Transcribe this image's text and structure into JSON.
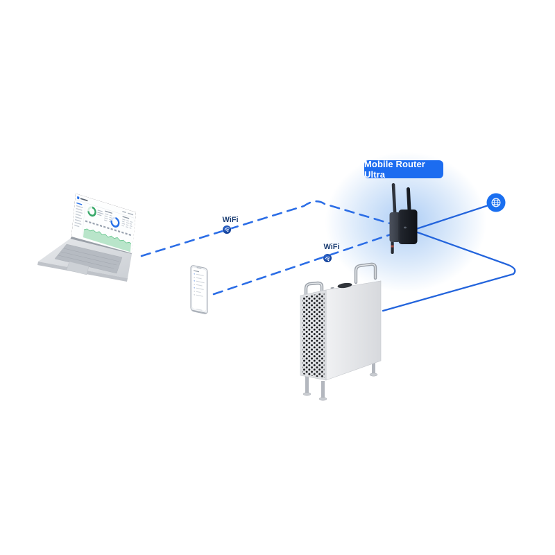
{
  "diagram": {
    "title_label": "Mobile Router Ultra",
    "wifi_labels": [
      "WiFi",
      "WiFi"
    ],
    "colors": {
      "background": "#ffffff",
      "dashed_line": "#2b6de6",
      "solid_line": "#2364dc",
      "label_bg": "#1c6cf0",
      "label_text": "#ffffff",
      "wifi_text": "#1c3e73",
      "wifi_badge": "#123f96",
      "globe_fill": "#1a6ff0",
      "router_glow": "#c9ddf6",
      "dashboard_green": "#38a869",
      "dashboard_blue": "#2a72e8"
    },
    "devices": [
      {
        "id": "laptop",
        "name": "Laptop with dashboard screen"
      },
      {
        "id": "smartphone",
        "name": "Smartphone"
      },
      {
        "id": "mobile-router",
        "name": "Mobile Router Ultra (two antennas)"
      },
      {
        "id": "desktop-tower",
        "name": "Desktop workstation tower"
      },
      {
        "id": "internet",
        "name": "Internet",
        "icon": "globe-icon"
      }
    ],
    "connections": [
      {
        "from": "laptop",
        "to": "mobile-router",
        "type": "wifi-dashed",
        "label": "WiFi"
      },
      {
        "from": "smartphone",
        "to": "mobile-router",
        "type": "wifi-dashed",
        "label": "WiFi"
      },
      {
        "from": "mobile-router",
        "to": "internet",
        "type": "solid"
      },
      {
        "from": "mobile-router",
        "to": "desktop-tower",
        "type": "solid"
      }
    ]
  }
}
